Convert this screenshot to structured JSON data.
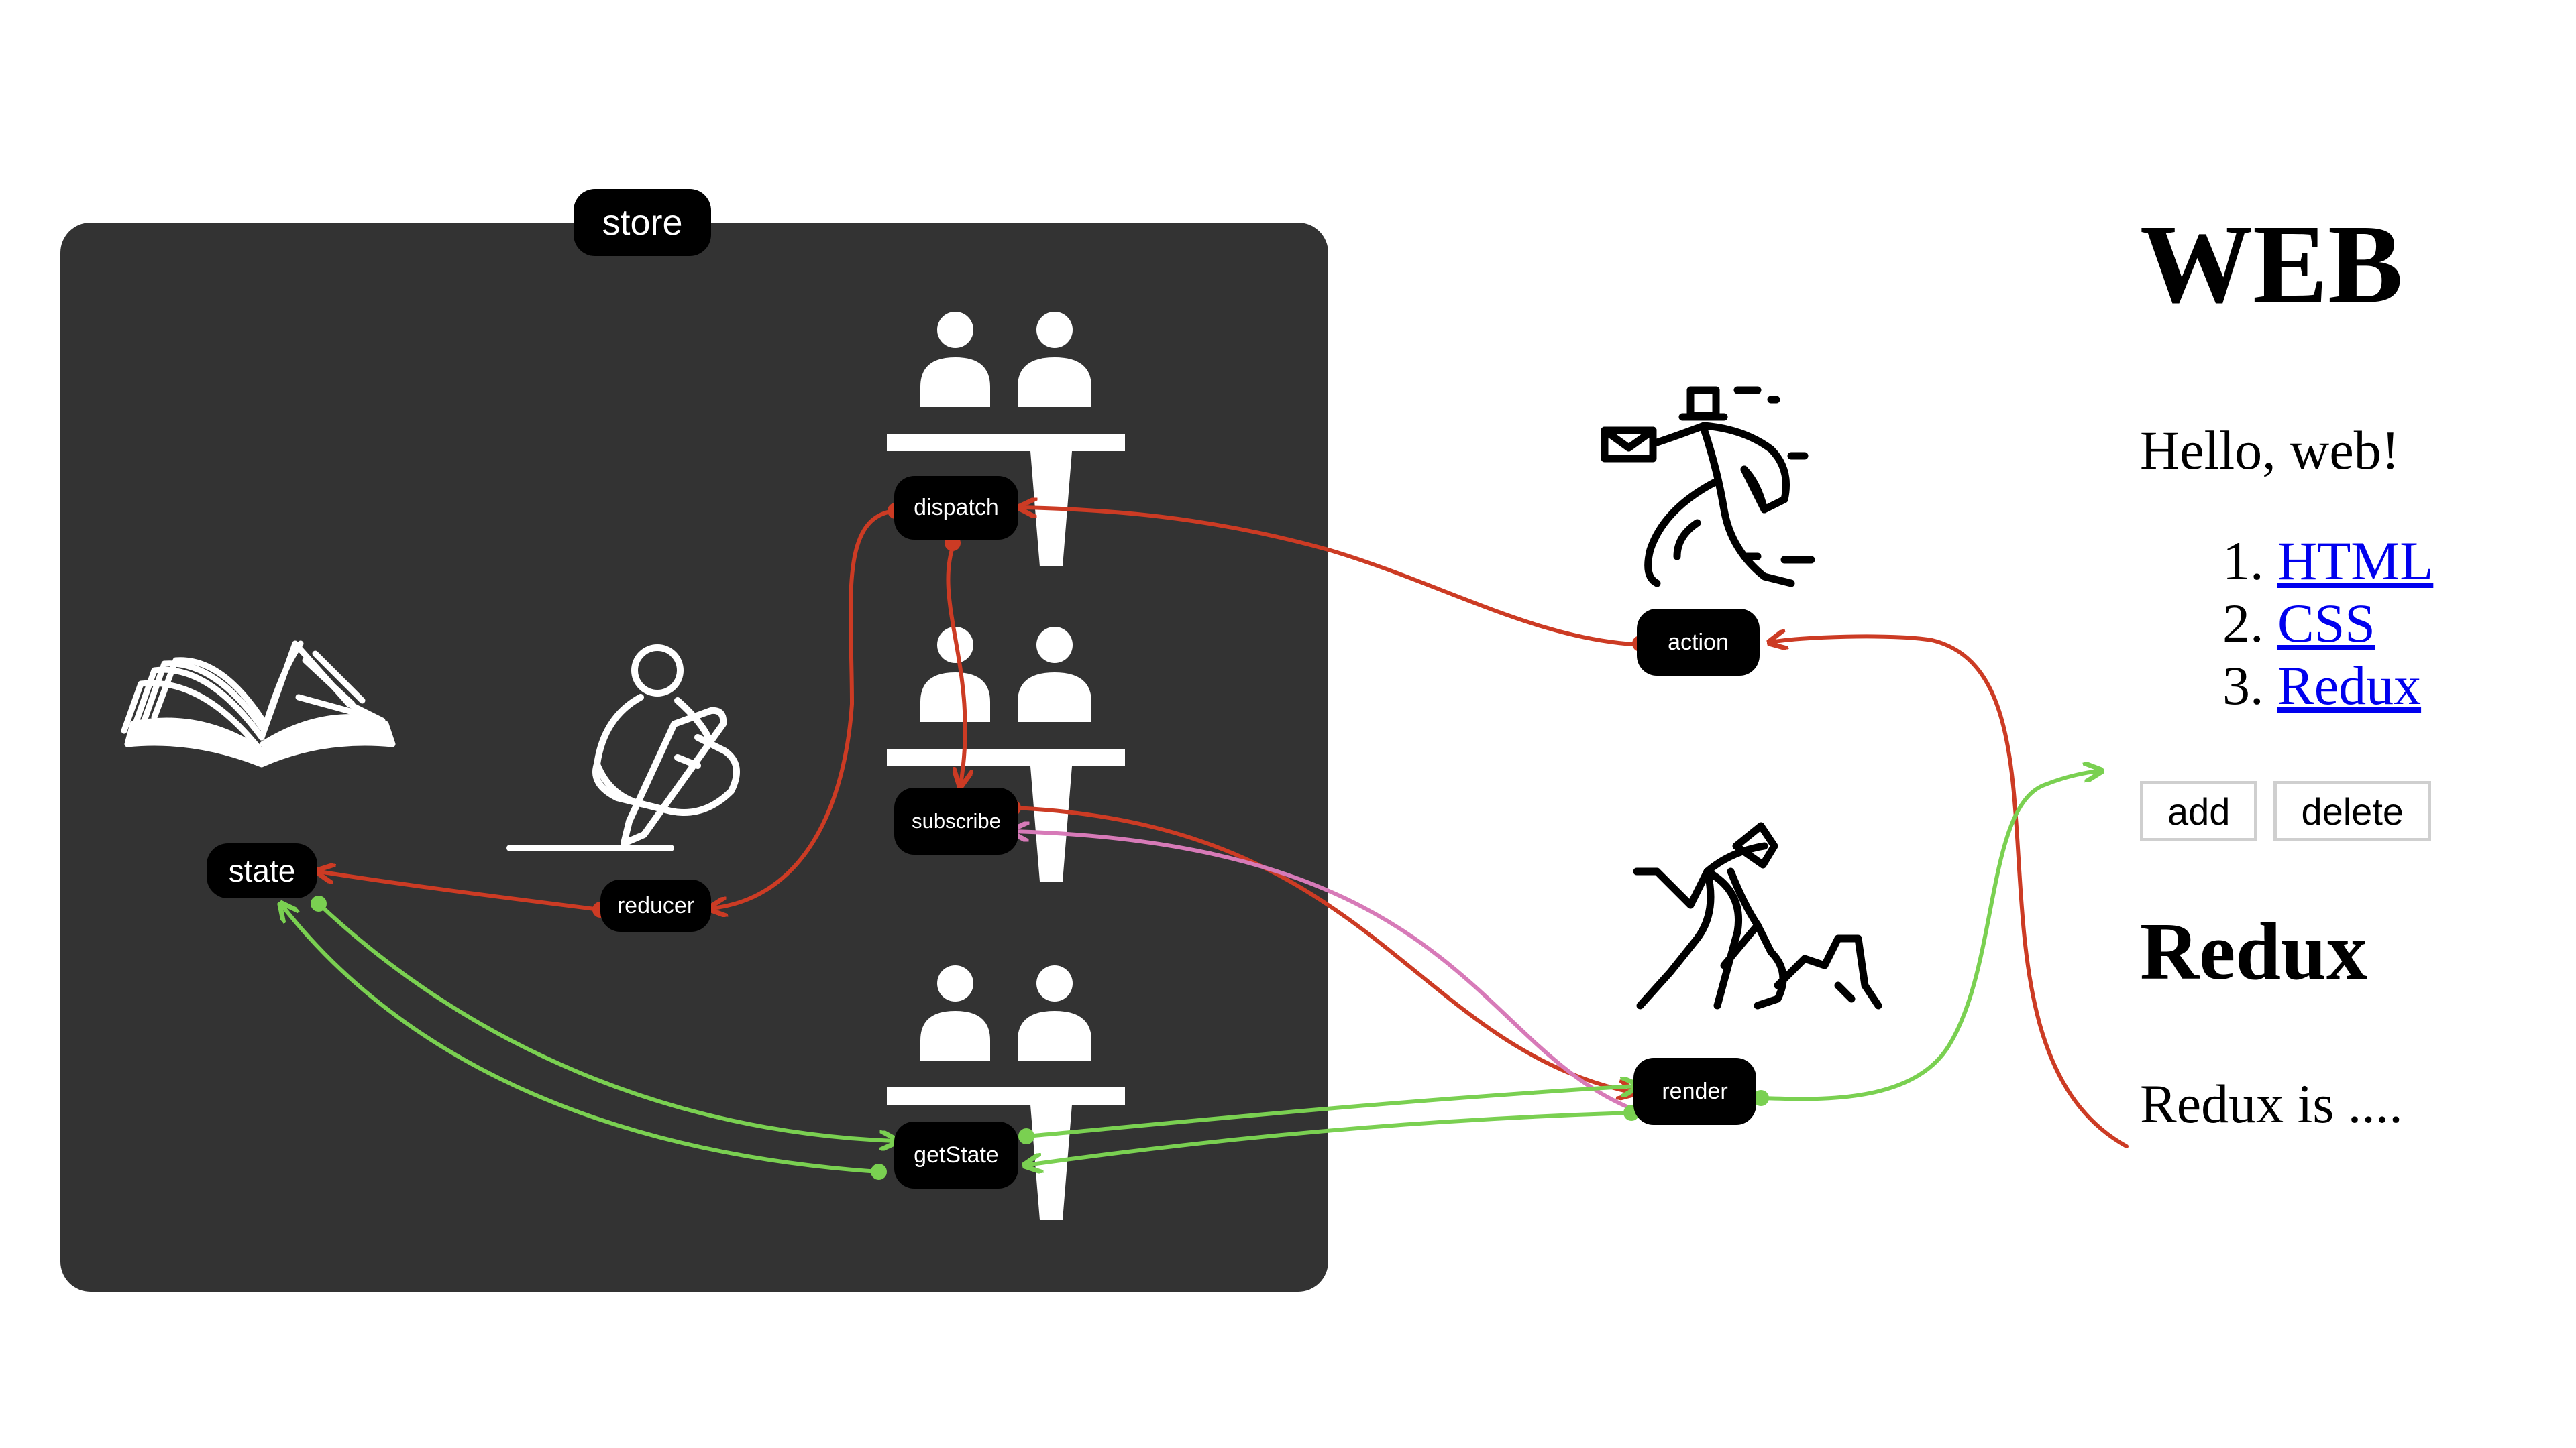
{
  "store": {
    "label": "store"
  },
  "nodes": {
    "state": "state",
    "reducer": "reducer",
    "dispatch": "dispatch",
    "subscribe": "subscribe",
    "getState": "getState",
    "action": "action",
    "render": "render"
  },
  "web": {
    "title": "WEB",
    "greeting": "Hello, web!",
    "list": [
      "HTML",
      "CSS",
      "Redux"
    ],
    "buttons": {
      "add": "add",
      "delete": "delete"
    },
    "section_title": "Redux",
    "section_text": "Redux is ...."
  },
  "icons": {
    "state": "open-book-icon",
    "reducer": "writing-person-icon",
    "dispatch": "counter-clerks-icon",
    "subscribe": "counter-clerks-icon",
    "getState": "counter-clerks-icon",
    "action": "courier-icon",
    "render": "digging-worker-icon"
  },
  "colors": {
    "store_bg": "#333333",
    "arrow_red": "#cc3b24",
    "arrow_green": "#7ad051",
    "arrow_pink": "#d77ab8",
    "link": "#0000ee"
  }
}
